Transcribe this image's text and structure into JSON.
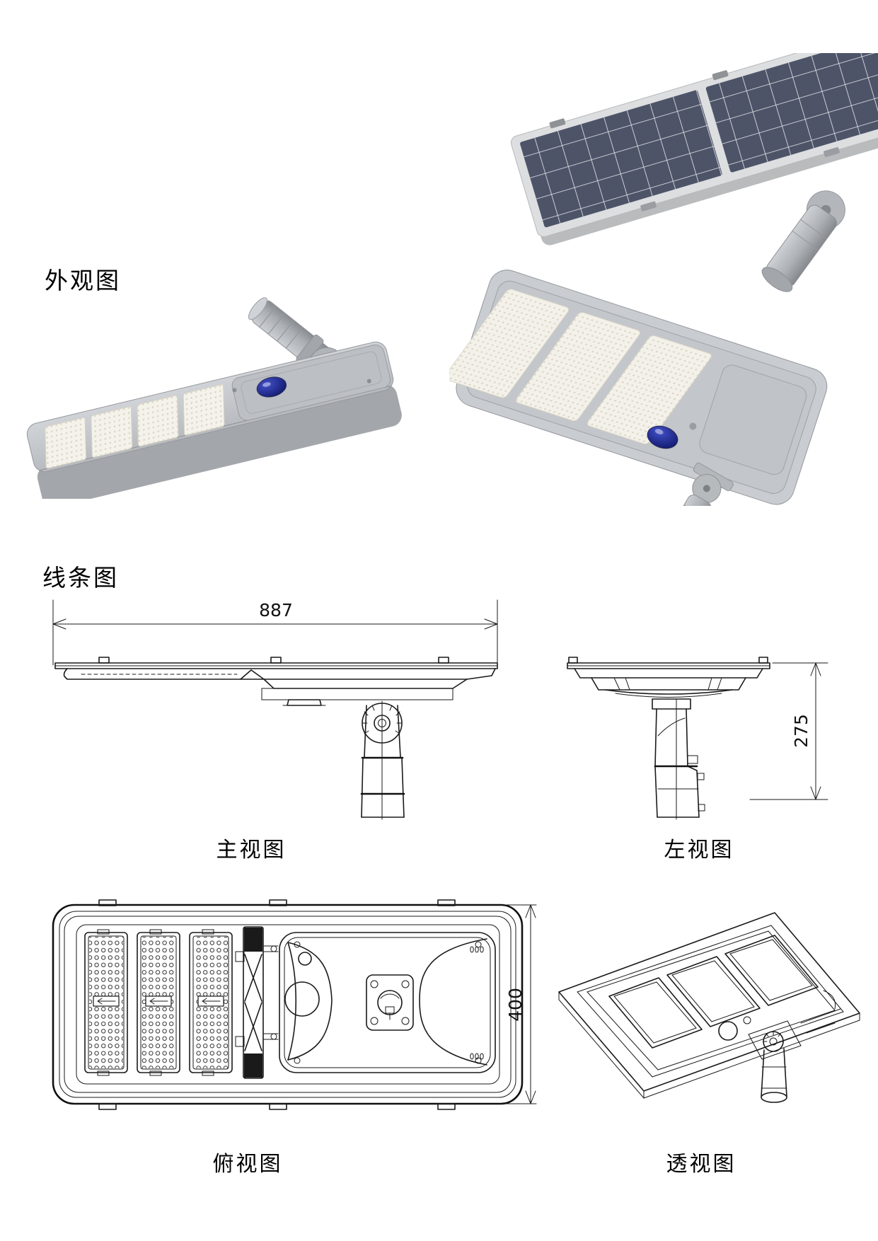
{
  "sections": {
    "appearance": {
      "label": "外观图"
    },
    "line_drawing": {
      "label": "线条图"
    }
  },
  "views": {
    "front": {
      "label": "主视图",
      "dim_width": "887"
    },
    "side": {
      "label": "左视图",
      "dim_height": "275"
    },
    "top": {
      "label": "俯视图",
      "dim_depth": "400"
    },
    "perspective": {
      "label": "透视图"
    }
  },
  "photos": {
    "solar_panel": {
      "name": "solar panel with mounting arm"
    },
    "fixture_front": {
      "name": "street light fixture, arm raised"
    },
    "fixture_tilted": {
      "name": "street light fixture, tilted, arm down"
    }
  },
  "colors": {
    "background": "#ffffff",
    "line": "#1a1a1a",
    "solar_cell": "#4e5468",
    "solar_grid": "#e9ebee",
    "panel_frame": "#dcdee0",
    "fixture_body": "#c7cacd",
    "fixture_shade": "#a3a6aa",
    "led_panel": "#f4f2ea",
    "sensor_blue": "#1b2590"
  }
}
